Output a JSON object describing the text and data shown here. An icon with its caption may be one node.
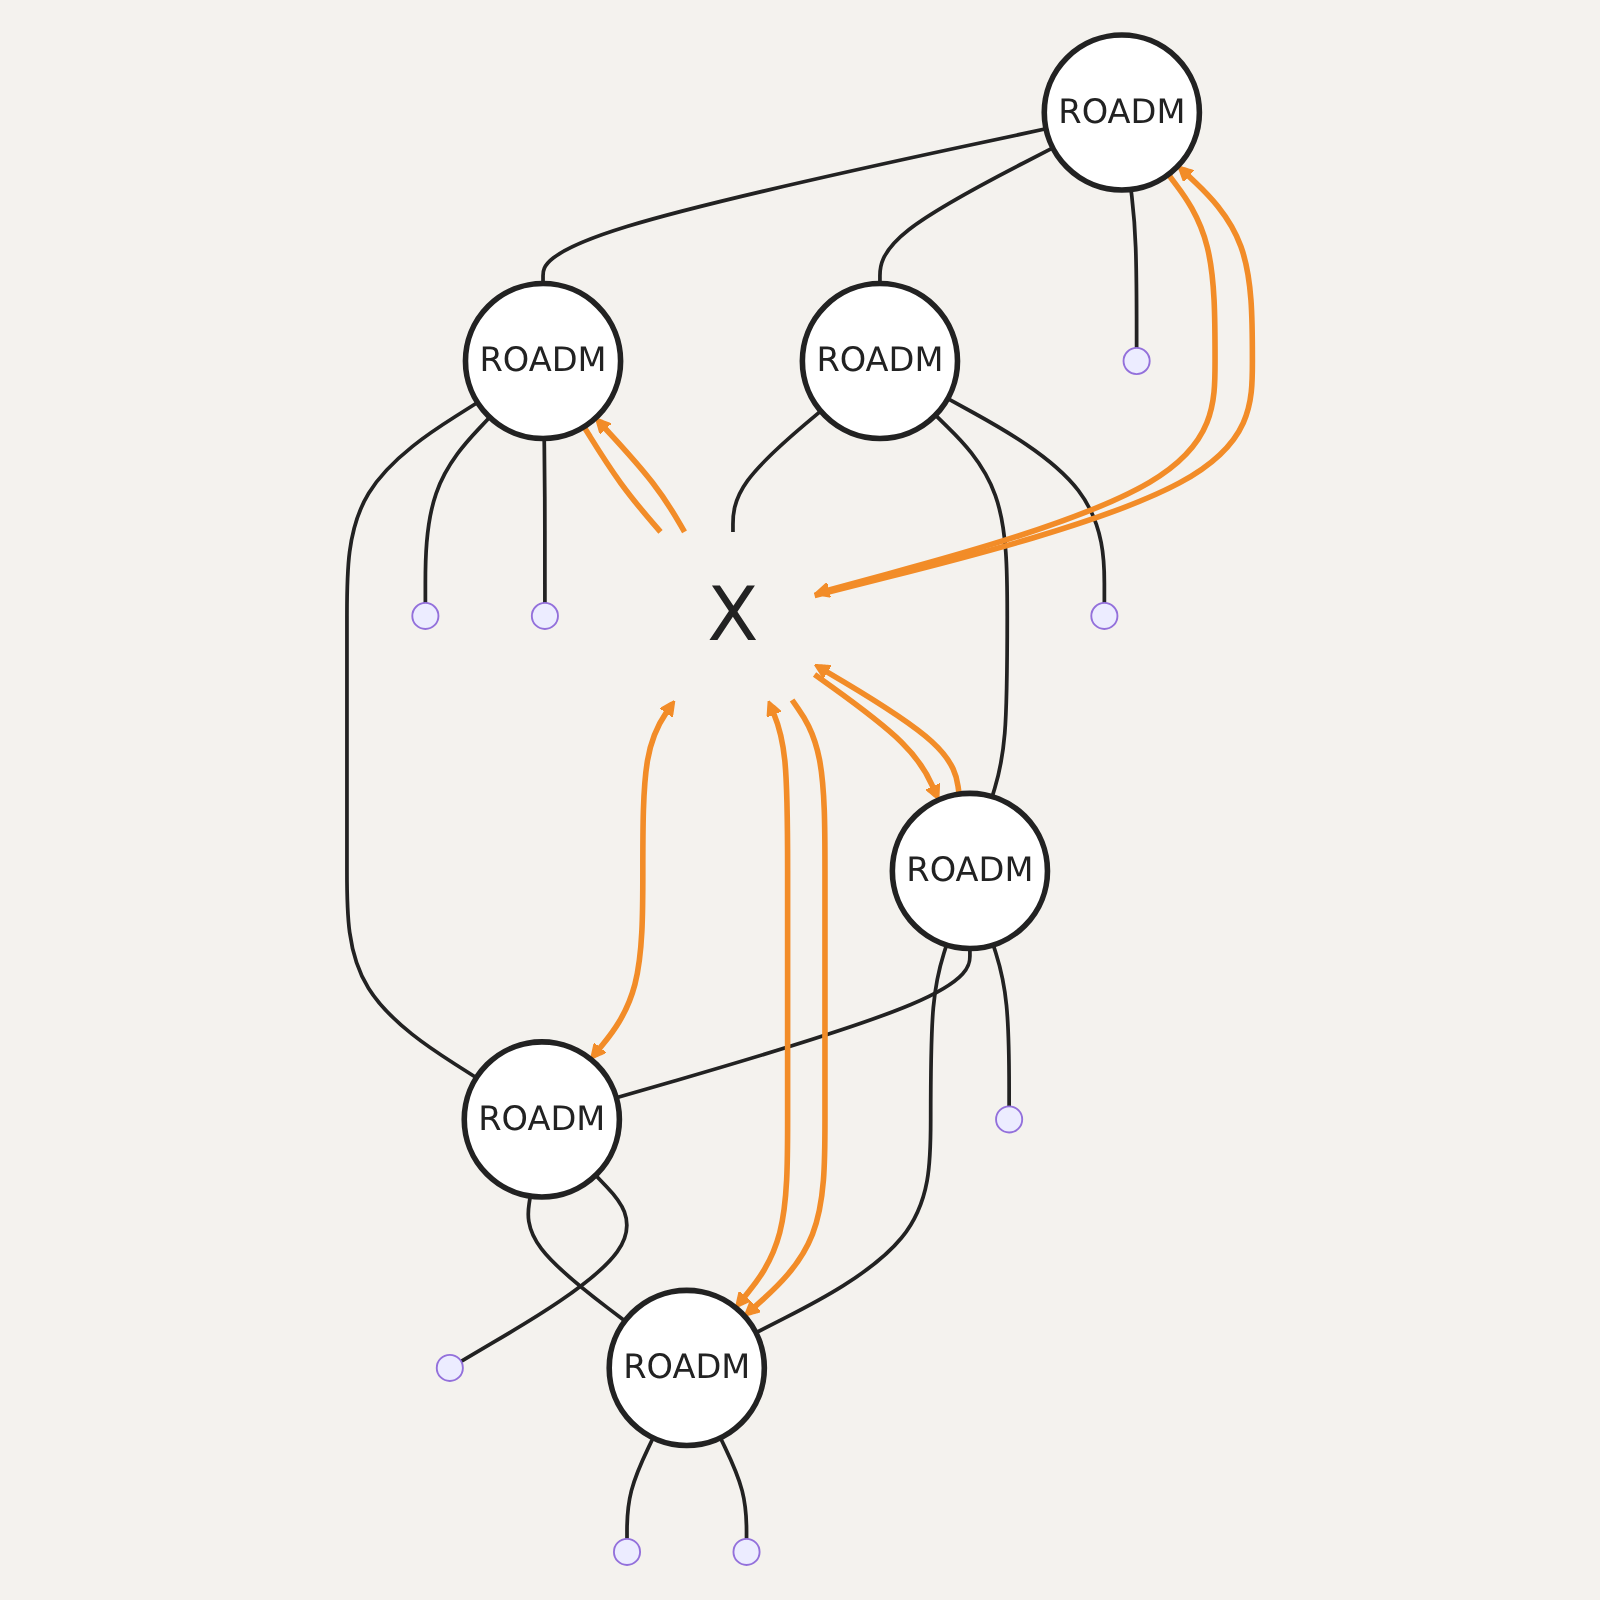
{
  "diagram": {
    "nodes": [
      {
        "text": [
          "ROADM"
        ]
      },
      {
        "text": [
          "ROADM"
        ]
      },
      {
        "text": [
          "ROADM"
        ]
      },
      {
        "text": [
          "X"
        ]
      },
      {
        "text": [
          "ROADM"
        ]
      },
      {
        "text": [
          "ROADM"
        ]
      },
      {
        "text": [
          "ROADM"
        ]
      }
    ],
    "edges": [
      {
        "from": 0,
        "to": 1,
        "arrow": "none"
      },
      {
        "from": 0,
        "to": 2,
        "arrow": "none"
      },
      {
        "from": 2,
        "to": 3,
        "arrow": "none"
      },
      {
        "from": 1,
        "to": 4,
        "arrow": "none"
      },
      {
        "from": 2,
        "to": 5,
        "arrow": "none"
      },
      {
        "from": 5,
        "to": 6,
        "arrow": "none"
      },
      {
        "from": 4,
        "to": 6,
        "arrow": "none"
      },
      {
        "from": 5,
        "to": 4,
        "arrow": "none"
      },
      {
        "from": 0,
        "to": null,
        "arrow": "none"
      },
      {
        "from": 1,
        "to": null,
        "arrow": "none"
      },
      {
        "from": 1,
        "to": null,
        "arrow": "none"
      },
      {
        "from": 4,
        "to": null,
        "arrow": "none"
      },
      {
        "from": 6,
        "to": null,
        "arrow": "none"
      },
      {
        "from": 6,
        "to": null,
        "arrow": "none"
      },
      {
        "from": 5,
        "to": null,
        "arrow": "none"
      },
      {
        "from": 2,
        "to": null,
        "arrow": "none"
      },
      {
        "from": 0,
        "to": 3,
        "arrow": "to",
        "color": "#f28c28"
      },
      {
        "from": 3,
        "to": 0,
        "arrow": "to",
        "color": "#f28c28"
      },
      {
        "from": 3,
        "to": 1,
        "arrow": "to",
        "color": "#f28c28"
      },
      {
        "from": 1,
        "to": 3,
        "arrow": "none",
        "color": "#f28c28"
      },
      {
        "from": 3,
        "to": 4,
        "arrow": "both",
        "color": "#f28c28"
      },
      {
        "from": 3,
        "to": 6,
        "arrow": "both",
        "color": "#f28c28"
      },
      {
        "from": 3,
        "to": 6,
        "arrow": "to",
        "color": "#f28c28"
      },
      {
        "from": 5,
        "to": 3,
        "arrow": "to",
        "color": "#f28c28"
      },
      {
        "from": 3,
        "to": 5,
        "arrow": "to",
        "color": "#f28c28"
      }
    ]
  }
}
